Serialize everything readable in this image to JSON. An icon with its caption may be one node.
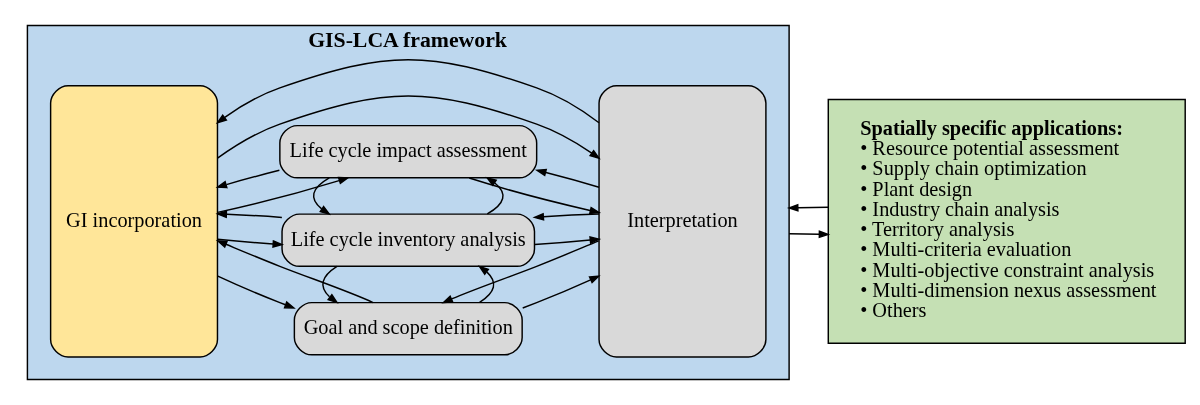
{
  "diagram": {
    "nodes": [
      {
        "text": [
          "GIS-LCA framework"
        ]
      },
      {
        "text": [
          "GI incorporation"
        ],
        "in": 0
      },
      {
        "text": [
          "Goal and scope definition"
        ],
        "in": 0
      },
      {
        "text": [
          "Life cycle inventory analysis"
        ],
        "in": 0
      },
      {
        "text": [
          "Life cycle impact assessment"
        ],
        "in": 0
      },
      {
        "text": [
          "Interpretation"
        ],
        "in": 0
      },
      {
        "text": [
          "Spatially specific applications:",
          "• Resource potential assessment",
          "• Supply chain optimization",
          "• Plant design",
          "• Industry chain analysis",
          "• Territory analysis",
          "• Multi-criteria evaluation",
          "• Multi-objective constraint analysis",
          "• Multi-dimension nexus assessment",
          "• Others"
        ]
      }
    ],
    "edges": [
      {
        "from": 1,
        "to": 2,
        "arrow": "to"
      },
      {
        "from": 2,
        "to": 1,
        "arrow": "to"
      },
      {
        "from": 1,
        "to": 3,
        "arrow": "to"
      },
      {
        "from": 3,
        "to": 1,
        "arrow": "to"
      },
      {
        "from": 1,
        "to": 4,
        "arrow": "to"
      },
      {
        "from": 4,
        "to": 1,
        "arrow": "to"
      },
      {
        "from": 2,
        "to": 5,
        "arrow": "to"
      },
      {
        "from": 5,
        "to": 2,
        "arrow": "to"
      },
      {
        "from": 3,
        "to": 5,
        "arrow": "to"
      },
      {
        "from": 5,
        "to": 3,
        "arrow": "to"
      },
      {
        "from": 4,
        "to": 5,
        "arrow": "to"
      },
      {
        "from": 5,
        "to": 4,
        "arrow": "to"
      },
      {
        "from": 2,
        "to": 3,
        "arrow": "to"
      },
      {
        "from": 3,
        "to": 2,
        "arrow": "to"
      },
      {
        "from": 3,
        "to": 4,
        "arrow": "to"
      },
      {
        "from": 4,
        "to": 3,
        "arrow": "to"
      },
      {
        "from": 1,
        "to": 5,
        "arrow": "to"
      },
      {
        "from": 5,
        "to": 1,
        "arrow": "to"
      },
      {
        "from": 0,
        "to": 6,
        "arrow": "to"
      },
      {
        "from": 6,
        "to": 0,
        "arrow": "to"
      }
    ]
  }
}
